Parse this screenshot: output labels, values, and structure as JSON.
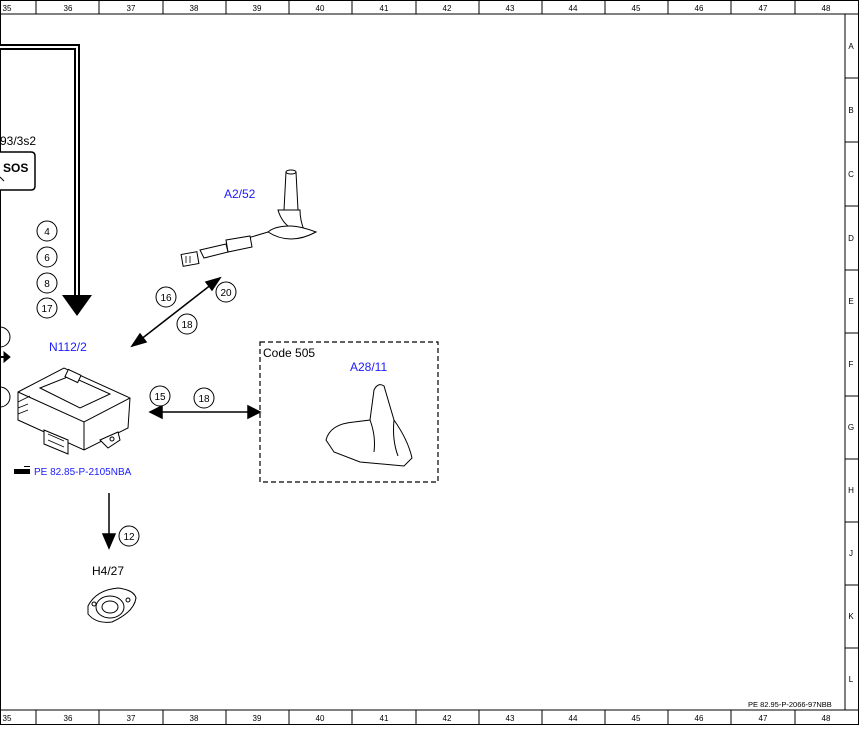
{
  "grid": {
    "columns": [
      "35",
      "36",
      "37",
      "38",
      "39",
      "40",
      "41",
      "42",
      "43",
      "44",
      "45",
      "46",
      "47",
      "48"
    ],
    "rows": [
      "A",
      "B",
      "C",
      "D",
      "E",
      "F",
      "G",
      "H",
      "J",
      "K",
      "L"
    ]
  },
  "labels": {
    "antenna_a2_52": "A2/52",
    "module_n112_2": "N112/2",
    "code_505": "Code 505",
    "antenna_a28_11": "A28/11",
    "speaker_h4_27": "H4/27",
    "switch_partial": "93/3s2",
    "sos_text": "SOS",
    "module_ref": "PE 82.85-P-2105NBA",
    "doc_ref": "PE 82.95-P-2066-97NBB"
  },
  "connection_numbers": {
    "left_stack": [
      "4",
      "6",
      "8",
      "17"
    ],
    "antenna_link": [
      "16",
      "20",
      "18"
    ],
    "roof_link": [
      "15",
      "18"
    ],
    "speaker_link": "12"
  },
  "colors": {
    "line": "#000000",
    "label_blue": "#1a1aff"
  },
  "icons": {
    "reference_pointer": "pointing-hand-icon"
  }
}
